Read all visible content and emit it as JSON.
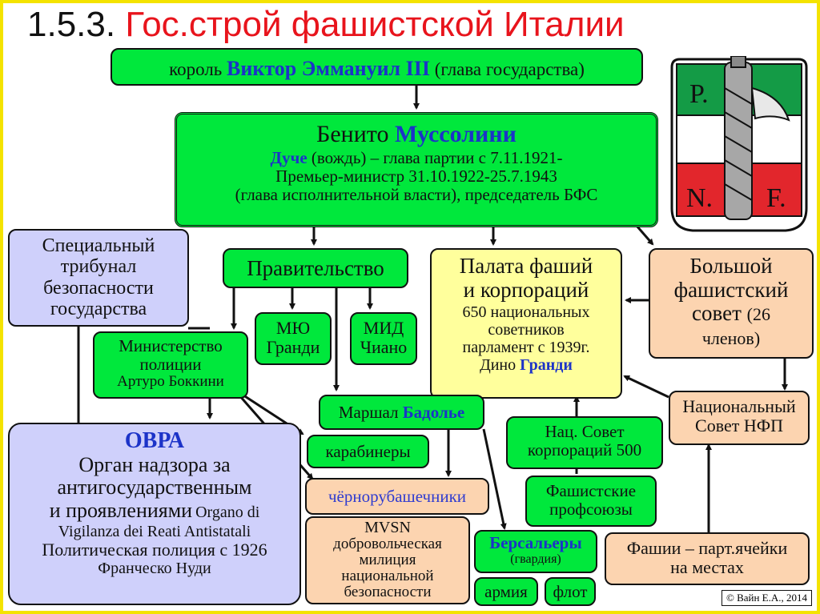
{
  "title": {
    "number": "1.5.3.",
    "text": "Гос.строй фашистской Италии"
  },
  "king": {
    "prefix": "король",
    "name": "Виктор Эммануил III",
    "suffix": "(глава государства)"
  },
  "mussolini": {
    "first": "Бенито",
    "last": "Муссолини",
    "duce": "Дуче",
    "line1_rest": "(вождь) – глава партии с 7.11.1921-",
    "line2": "Премьер-министр 31.10.1922-25.7.1943",
    "line3": "(глава исполнительной власти), председатель БФС"
  },
  "tribunal": {
    "text": "Специальный трибунал безопасности государства"
  },
  "government": {
    "text": "Правительство"
  },
  "chamber": {
    "line1": "Палата фаший",
    "line2": "и корпораций",
    "line3": "650 национальных советников",
    "line4": "парламент с 1939г.",
    "name_first": "Дино",
    "name_last": "Гранди"
  },
  "grand_council": {
    "line1": "Большой",
    "line2": "фашистский",
    "line3": "совет",
    "count": "(26 членов)"
  },
  "mju": {
    "line1": "МЮ",
    "line2": "Гранди"
  },
  "mid": {
    "line1": "МИД",
    "line2": "Чиано"
  },
  "police_ministry": {
    "line1": "Министерство",
    "line2": "полиции",
    "line3": "Артуро Боккини"
  },
  "badoglio": {
    "prefix": "Маршал",
    "name": "Бадолье"
  },
  "carabinieri": {
    "text": "карабинеры"
  },
  "blackshirts": {
    "text": "чёрнорубашечники"
  },
  "mvsn": {
    "line1": "MVSN",
    "line2": "добровольческая",
    "line3": "милиция",
    "line4": "национальной",
    "line5": "безопасности"
  },
  "bersaglieri": {
    "name": "Берсальеры",
    "sub": "(гвардия)"
  },
  "army": {
    "text": "армия"
  },
  "navy": {
    "text": "флот"
  },
  "corp_council": {
    "line1": "Нац. Совет",
    "line2": "корпораций 500"
  },
  "unions": {
    "line1": "Фашистские",
    "line2": "профсоюзы"
  },
  "nfp_council": {
    "line1": "Национальный",
    "line2": "Совет НФП"
  },
  "fasci": {
    "line1": "Фашии – парт.ячейки",
    "line2": "на местах"
  },
  "ovra": {
    "name": "ОВРА",
    "line1": "Орган надзора за",
    "line2": "антигосударственным",
    "line3": "и проявлениями",
    "italian1": "Organo di",
    "italian2": "Vigilanza dei Reati Antistatali",
    "line4": "Политическая полиция с 1926",
    "line5": "Франческо Нуди"
  },
  "emblem": {
    "p": "P.",
    "n": "N.",
    "f": "F."
  },
  "copyright": "© Вайн Е.А., 2014",
  "colors": {
    "box_green": "#00e83c",
    "box_beige": "#fcd4b0",
    "box_lavender": "#cfd0fb",
    "box_yellow": "#ffff9c",
    "title_red": "#e8141c",
    "name_blue": "#1c33c8",
    "border_yellow": "#f4e300"
  }
}
